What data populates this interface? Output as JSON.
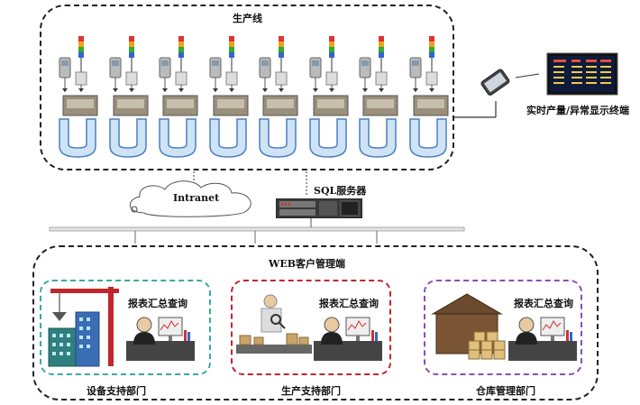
{
  "production": {
    "title": "生产线",
    "station_count": 8
  },
  "terminal": {
    "label": "实时产量/异常显示终端"
  },
  "network": {
    "intranet_label": "Intranet",
    "server_label": "SQL服务器"
  },
  "web_client": {
    "title": "WEB客户管理端",
    "departments": [
      {
        "name": "设备支持部门",
        "report_label": "报表汇总查询",
        "color": "#3aa9a0"
      },
      {
        "name": "生产支持部门",
        "report_label": "报表汇总查询",
        "color": "#c0272d"
      },
      {
        "name": "仓库管理部门",
        "report_label": "报表汇总查询",
        "color": "#8a4fb0"
      }
    ]
  }
}
